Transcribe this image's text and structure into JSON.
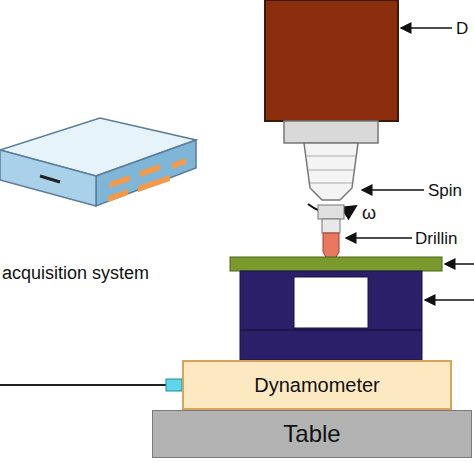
{
  "diagram": {
    "nodes": [
      {
        "text": [
          "Dynamometer"
        ]
      },
      {
        "text": [
          "Table"
        ]
      }
    ],
    "labels": [
      "acquisition system",
      "D",
      "Spin",
      "Drillin",
      "ω"
    ]
  }
}
